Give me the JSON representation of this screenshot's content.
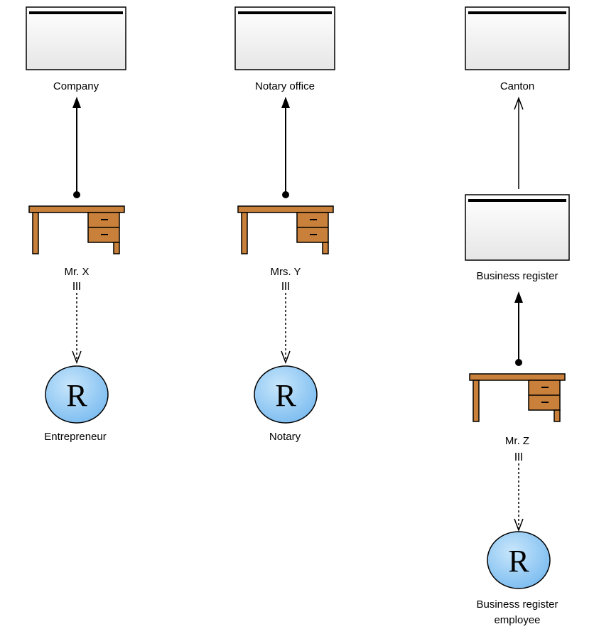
{
  "colors": {
    "desk_wood": "#c8803a",
    "desk_outline": "#000000",
    "role_fill": "#8dc8f4",
    "box_fill": "#f4f4f4"
  },
  "organizations": {
    "company": "Company",
    "notary_office": "Notary office",
    "canton": "Canton",
    "business_register": "Business register"
  },
  "positions": {
    "mr_x": "Mr. X",
    "mrs_y": "Mrs. Y",
    "mr_z": "Mr. Z"
  },
  "roles": {
    "glyph": "R",
    "entrepreneur": "Entrepreneur",
    "notary": "Notary",
    "business_register_employee": [
      "Business register",
      "employee"
    ]
  },
  "icons": {
    "organization": "org-unit-icon",
    "position": "desk-icon",
    "role": "role-icon"
  }
}
